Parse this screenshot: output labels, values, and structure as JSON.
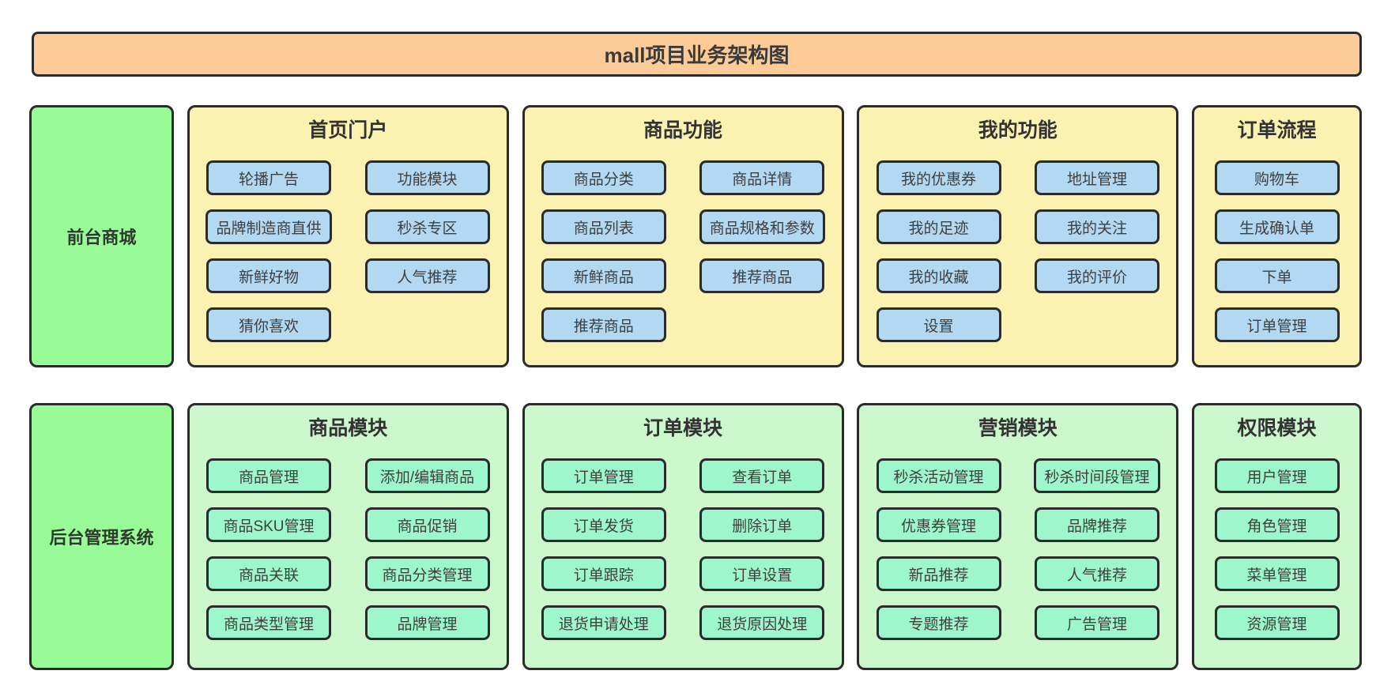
{
  "title": "mall项目业务架构图",
  "colors": {
    "banner_bg": "#fdcb97",
    "yellow_panel_bg": "#fbf2b1",
    "blue_button_bg": "#b2d8f2",
    "sidebar_bg": "#98fb98",
    "green_panel_bg": "#ccf6cb",
    "mint_button_bg": "#9ef6cd",
    "border": "#2b2b2b",
    "text": "#3a3a3a"
  },
  "rows": [
    {
      "id": "frontend",
      "sidebar_label": "前台商城",
      "panels": [
        {
          "id": "home-portal",
          "title": "首页门户",
          "layout": "two-col",
          "buttons": [
            "轮播广告",
            "功能模块",
            "品牌制造商直供",
            "秒杀专区",
            "新鲜好物",
            "人气推荐",
            "猜你喜欢"
          ]
        },
        {
          "id": "product-features",
          "title": "商品功能",
          "layout": "two-col",
          "buttons": [
            "商品分类",
            "商品详情",
            "商品列表",
            "商品规格和参数",
            "新鲜商品",
            "推荐商品",
            "推荐商品"
          ]
        },
        {
          "id": "my-features",
          "title": "我的功能",
          "layout": "two-col",
          "buttons": [
            "我的优惠券",
            "地址管理",
            "我的足迹",
            "我的关注",
            "我的收藏",
            "我的评价",
            "设置"
          ]
        },
        {
          "id": "order-flow",
          "title": "订单流程",
          "layout": "one-col",
          "buttons": [
            "购物车",
            "生成确认单",
            "下单",
            "订单管理"
          ]
        }
      ]
    },
    {
      "id": "backend",
      "sidebar_label": "后台管理系统",
      "panels": [
        {
          "id": "product-module",
          "title": "商品模块",
          "layout": "two-col",
          "buttons": [
            "商品管理",
            "添加/编辑商品",
            "商品SKU管理",
            "商品促销",
            "商品关联",
            "商品分类管理",
            "商品类型管理",
            "品牌管理"
          ]
        },
        {
          "id": "order-module",
          "title": "订单模块",
          "layout": "two-col",
          "buttons": [
            "订单管理",
            "查看订单",
            "订单发货",
            "删除订单",
            "订单跟踪",
            "订单设置",
            "退货申请处理",
            "退货原因处理"
          ]
        },
        {
          "id": "marketing-module",
          "title": "营销模块",
          "layout": "two-col",
          "buttons": [
            "秒杀活动管理",
            "秒杀时间段管理",
            "优惠券管理",
            "品牌推荐",
            "新品推荐",
            "人气推荐",
            "专题推荐",
            "广告管理"
          ]
        },
        {
          "id": "permission-module",
          "title": "权限模块",
          "layout": "one-col",
          "buttons": [
            "用户管理",
            "角色管理",
            "菜单管理",
            "资源管理"
          ]
        }
      ]
    }
  ]
}
